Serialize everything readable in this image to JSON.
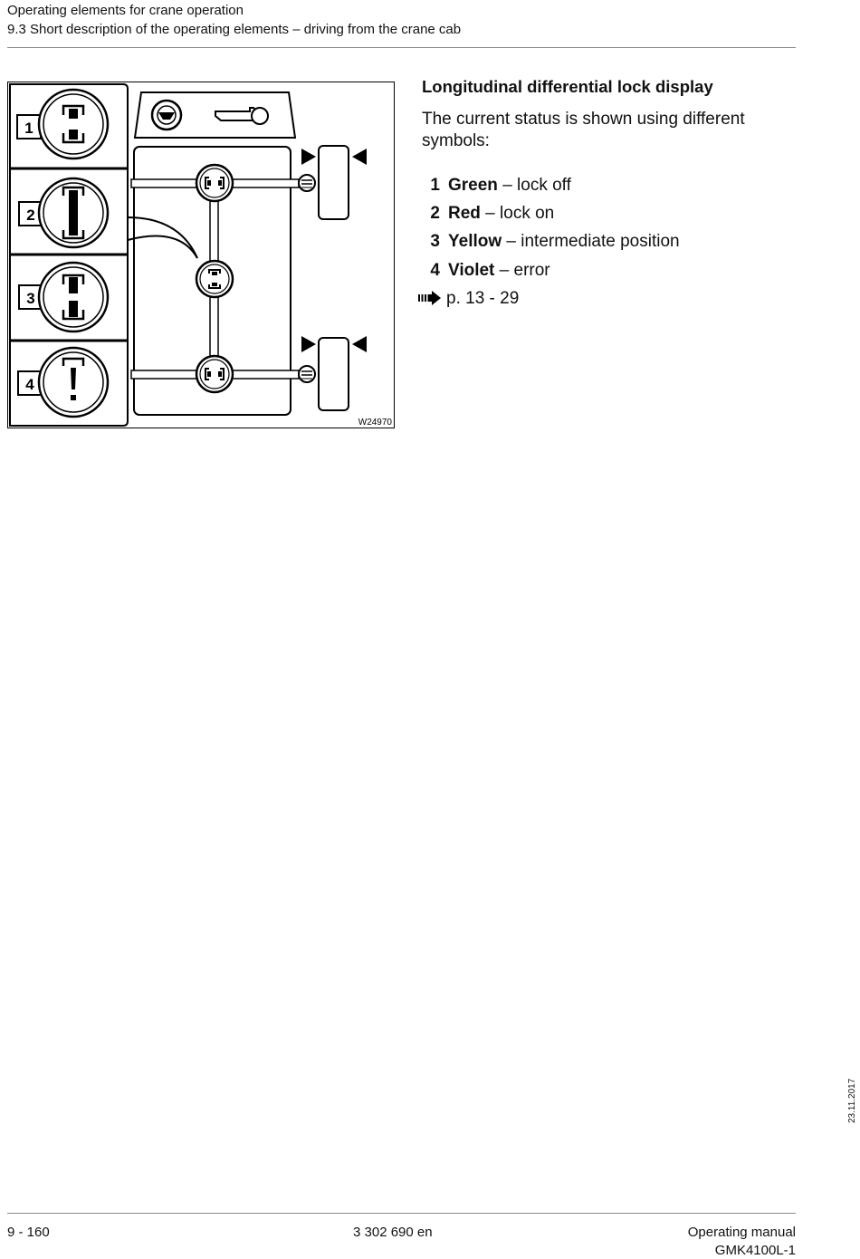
{
  "header": {
    "line1": "Operating elements for crane operation",
    "line2": "9.3 Short description of the operating elements – driving from the crane cab"
  },
  "figure": {
    "callouts": [
      "1",
      "2",
      "3",
      "4"
    ],
    "code": "W24970",
    "icons": [
      "lock-off-symbol",
      "lock-on-symbol",
      "intermediate-position-symbol",
      "error-symbol",
      "steering-wheel-icon",
      "key-icon"
    ]
  },
  "section": {
    "title": "Longitudinal differential lock display",
    "intro": "The current status is shown using different symbols:",
    "items": [
      {
        "num": "1",
        "color": "Green",
        "sep": " – ",
        "desc": "lock off"
      },
      {
        "num": "2",
        "color": "Red",
        "sep": " – ",
        "desc": "lock on"
      },
      {
        "num": "3",
        "color": "Yellow",
        "sep": " – ",
        "desc": "intermediate position"
      },
      {
        "num": "4",
        "color": "Violet",
        "sep": " – ",
        "desc": "error"
      }
    ],
    "xref": "p. 13 - 29",
    "xref_icon": "arrow-reference-icon"
  },
  "side_note": "23.11.2017",
  "footer": {
    "page": "9 - 160",
    "doc_number": "3 302 690 en",
    "manual": "Operating manual",
    "model": "GMK4100L-1"
  }
}
